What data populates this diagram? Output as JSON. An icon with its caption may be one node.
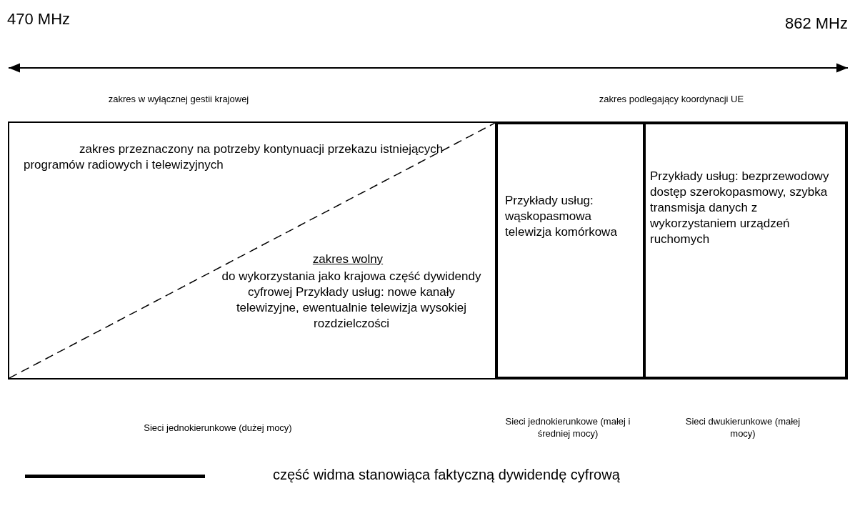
{
  "diagram": {
    "nodes": [
      {
        "text": [
          "zakres przeznaczony na potrzeby kontynuacji przekazu istniejących programów radiowych i telewizyjnych",
          "zakres wolny",
          "do wykorzystania jako krajowa część dywidendy cyfrowej Przykłady usług: nowe kanały telewizyjne, ewentualnie telewizja wysokiej rozdzielczości"
        ]
      },
      {
        "text": [
          "Przykłady usług: wąskopasmowa telewizja komórkowa"
        ]
      },
      {
        "text": [
          "Przykłady usług: bezprzewodowy dostęp szerokopasmowy, szybka transmisja danych z wykorzystaniem urządzeń ruchomych"
        ]
      }
    ],
    "edges": [],
    "labels": [
      "470 MHz",
      "862 MHz",
      "zakres w wyłącznej gestii krajowej",
      "zakres podlegający koordynacji UE",
      "Sieci jednokierunkowe (dużej mocy)",
      "Sieci jednokierunkowe (małej i średniej mocy)",
      "Sieci dwukierunkowe (małej mocy)"
    ],
    "legend": [
      {
        "text": "część widma stanowiąca faktyczną dywidendę cyfrową"
      }
    ]
  }
}
